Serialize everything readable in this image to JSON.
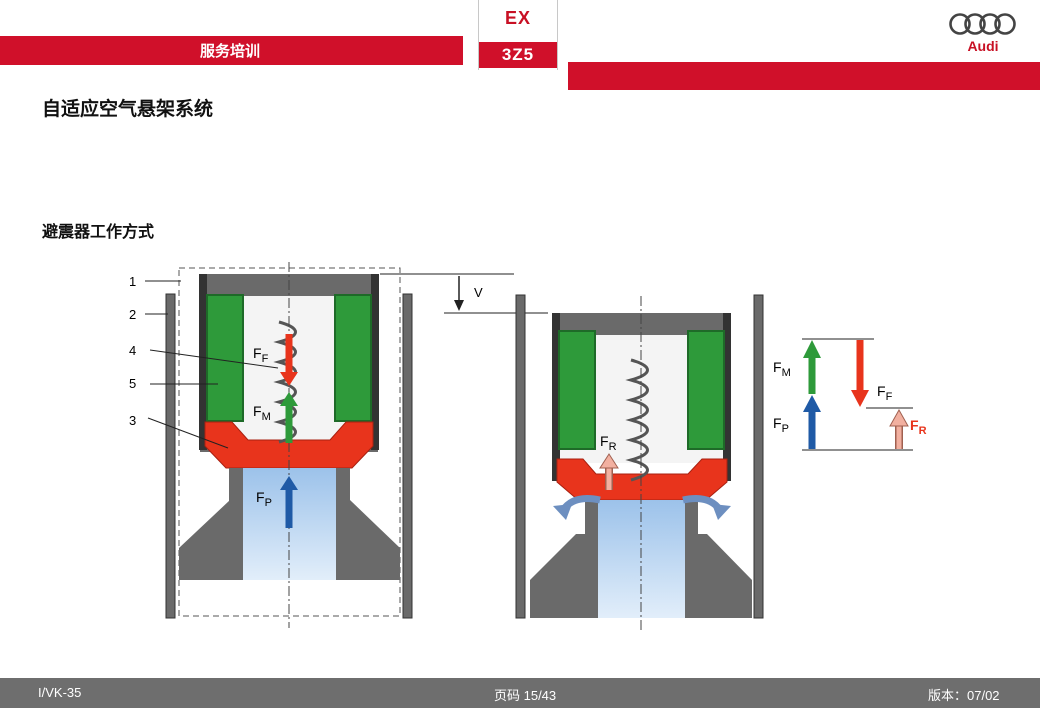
{
  "header": {
    "section_label": "服务培训",
    "code_top": "EX",
    "code_bottom": "3Z5",
    "logo_text": "Audi"
  },
  "title": "自适应空气悬架系统",
  "subtitle": "避震器工作方式",
  "diagram": {
    "callouts": [
      "1",
      "2",
      "4",
      "5",
      "3"
    ],
    "travel_label": "V",
    "left_labels": {
      "ff": {
        "main": "F",
        "sub": "F"
      },
      "fm": {
        "main": "F",
        "sub": "M"
      },
      "fp": {
        "main": "F",
        "sub": "P"
      }
    },
    "right_labels": {
      "fr": {
        "main": "F",
        "sub": "R"
      }
    },
    "balance_labels": {
      "fm": {
        "main": "F",
        "sub": "M"
      },
      "fp": {
        "main": "F",
        "sub": "P"
      },
      "ff": {
        "main": "F",
        "sub": "F"
      },
      "fr": {
        "main": "F",
        "sub": "R"
      }
    }
  },
  "footer": {
    "left": "I/VK-35",
    "center": "页码 15/43",
    "right": "版本：07/02"
  },
  "colors": {
    "brand_red": "#d0102a",
    "piston_red": "#e8341c",
    "spring_green": "#2e9a3a",
    "fluid_blue": "#b8d4f0",
    "arrow_blue": "#1f5aa6",
    "arrow_pink": "#f2b0a0",
    "housing_gray": "#6a6a6a",
    "footer_gray": "#6e6e6e"
  }
}
